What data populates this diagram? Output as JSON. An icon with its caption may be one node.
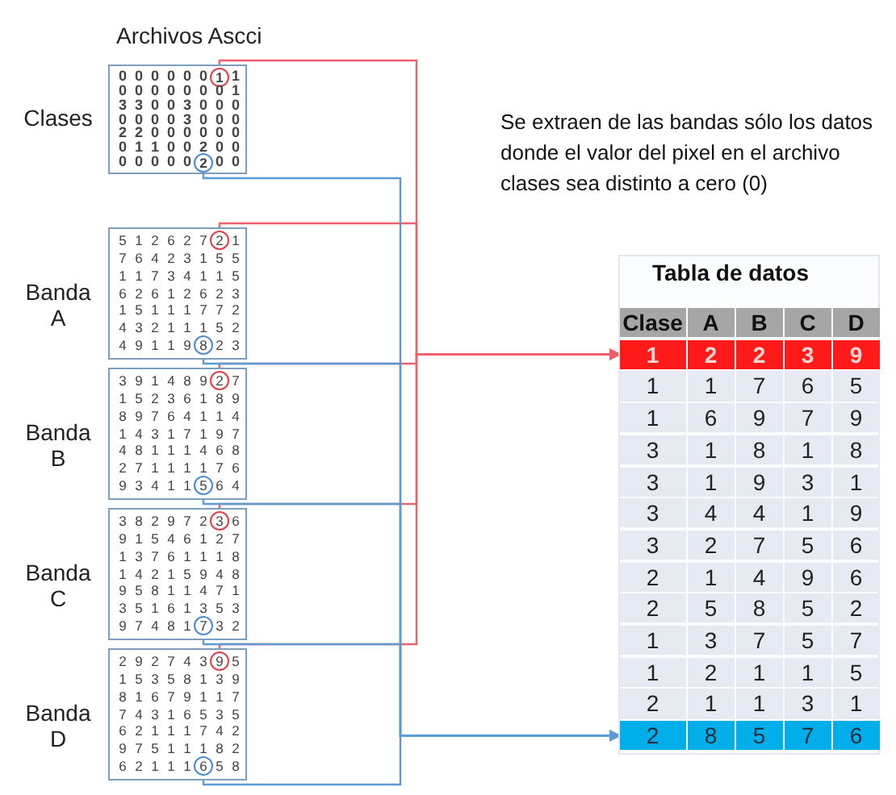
{
  "diagram": {
    "nodes": [
      {
        "text": [],
        "shape": "box",
        "beside": [
          "Clases"
        ]
      },
      {
        "text": [
          "1"
        ],
        "in": 0
      },
      {
        "text": [
          "2"
        ],
        "in": 0
      },
      {
        "text": [],
        "shape": "box",
        "beside": [
          "Banda A"
        ]
      },
      {
        "text": [
          "2"
        ],
        "in": 3
      },
      {
        "text": [
          "8"
        ],
        "in": 3
      },
      {
        "text": [],
        "shape": "box",
        "beside": [
          "Banda B"
        ]
      },
      {
        "text": [
          "2"
        ],
        "in": 6
      },
      {
        "text": [
          "5"
        ],
        "in": 6
      },
      {
        "text": [],
        "shape": "box",
        "beside": [
          "Banda C"
        ]
      },
      {
        "text": [
          "3"
        ],
        "in": 9
      },
      {
        "text": [
          "7"
        ],
        "in": 9
      },
      {
        "text": [],
        "shape": "box",
        "beside": [
          "Banda D"
        ]
      },
      {
        "text": [
          "9"
        ],
        "in": 12
      },
      {
        "text": [
          "6"
        ],
        "in": 12
      },
      {
        "text": [
          "Tabla de datos"
        ]
      },
      {
        "text": [
          "1",
          "2",
          "2",
          "3",
          "9"
        ],
        "in": 15
      },
      {
        "text": [
          "2",
          "8",
          "5",
          "7",
          "6"
        ],
        "in": 15
      }
    ],
    "edges": [
      {
        "from": 1,
        "to": 16,
        "arrow": "to",
        "color": "#f0606a"
      },
      {
        "from": 4,
        "to": 16,
        "arrow": "to",
        "color": "#f0606a"
      },
      {
        "from": 7,
        "to": 16,
        "arrow": "to",
        "color": "#f0606a"
      },
      {
        "from": 10,
        "to": 16,
        "arrow": "to",
        "color": "#f0606a"
      },
      {
        "from": 13,
        "to": 16,
        "arrow": "to",
        "color": "#f0606a"
      },
      {
        "from": 2,
        "to": 17,
        "arrow": "to",
        "color": "#5b9bd5"
      },
      {
        "from": 5,
        "to": 17,
        "arrow": "to",
        "color": "#5b9bd5"
      },
      {
        "from": 8,
        "to": 17,
        "arrow": "to",
        "color": "#5b9bd5"
      },
      {
        "from": 11,
        "to": 17,
        "arrow": "to",
        "color": "#5b9bd5"
      },
      {
        "from": 14,
        "to": 17,
        "arrow": "to",
        "color": "#5b9bd5"
      }
    ],
    "labels": [
      "Archivos Ascci",
      "Se extraen de las bandas sólo los datos donde el valor del pixel en el archivo clases sea distinto a cero (0)",
      "0",
      "0",
      "0",
      "0",
      "0",
      "0",
      "1",
      "0",
      "0",
      "0",
      "0",
      "0",
      "0",
      "0",
      "1",
      "3",
      "3",
      "0",
      "0",
      "3",
      "0",
      "0",
      "0",
      "0",
      "0",
      "0",
      "0",
      "3",
      "0",
      "0",
      "0",
      "2",
      "2",
      "0",
      "0",
      "0",
      "0",
      "0",
      "0",
      "0",
      "1",
      "1",
      "0",
      "0",
      "2",
      "0",
      "0",
      "0",
      "0",
      "0",
      "0",
      "0",
      "0",
      "0",
      "5",
      "1",
      "2",
      "6",
      "2",
      "7",
      "1",
      "7",
      "6",
      "4",
      "2",
      "3",
      "1",
      "5",
      "5",
      "1",
      "1",
      "7",
      "3",
      "4",
      "1",
      "1",
      "5",
      "6",
      "2",
      "6",
      "1",
      "2",
      "6",
      "2",
      "3",
      "1",
      "5",
      "1",
      "1",
      "1",
      "7",
      "7",
      "2",
      "4",
      "3",
      "2",
      "1",
      "1",
      "1",
      "5",
      "2",
      "4",
      "9",
      "1",
      "1",
      "9",
      "2",
      "3",
      "3",
      "9",
      "1",
      "4",
      "8",
      "9",
      "7",
      "1",
      "5",
      "2",
      "3",
      "6",
      "1",
      "8",
      "9",
      "8",
      "9",
      "7",
      "6",
      "4",
      "1",
      "1",
      "4",
      "1",
      "4",
      "3",
      "1",
      "7",
      "1",
      "9",
      "7",
      "4",
      "8",
      "1",
      "1",
      "1",
      "4",
      "6",
      "8",
      "2",
      "7",
      "1",
      "1",
      "1",
      "1",
      "7",
      "6",
      "9",
      "3",
      "4",
      "1",
      "1",
      "6",
      "4",
      "3",
      "8",
      "2",
      "9",
      "7",
      "2",
      "6",
      "9",
      "1",
      "5",
      "4",
      "6",
      "1",
      "2",
      "7",
      "1",
      "3",
      "7",
      "6",
      "1",
      "1",
      "1",
      "8",
      "1",
      "4",
      "2",
      "1",
      "5",
      "9",
      "4",
      "8",
      "9",
      "5",
      "8",
      "1",
      "1",
      "4",
      "7",
      "1",
      "3",
      "5",
      "1",
      "6",
      "1",
      "3",
      "5",
      "3",
      "9",
      "7",
      "4",
      "8",
      "1",
      "3",
      "2",
      "2",
      "9",
      "2",
      "7",
      "4",
      "3",
      "5",
      "1",
      "5",
      "3",
      "5",
      "8",
      "1",
      "3",
      "9",
      "8",
      "1",
      "6",
      "7",
      "9",
      "1",
      "1",
      "7",
      "7",
      "4",
      "3",
      "1",
      "6",
      "5",
      "3",
      "5",
      "6",
      "2",
      "1",
      "1",
      "1",
      "7",
      "4",
      "2",
      "9",
      "7",
      "5",
      "1",
      "1",
      "1",
      "8",
      "2",
      "6",
      "2",
      "1",
      "1",
      "1",
      "5",
      "8",
      "Clase",
      "A",
      "B",
      "C",
      "D",
      "1",
      "1",
      "7",
      "6",
      "5",
      "1",
      "6",
      "9",
      "7",
      "9",
      "3",
      "1",
      "8",
      "1",
      "8",
      "3",
      "1",
      "9",
      "3",
      "1",
      "3",
      "4",
      "4",
      "1",
      "9",
      "3",
      "2",
      "7",
      "5",
      "6",
      "2",
      "1",
      "4",
      "9",
      "6",
      "2",
      "5",
      "8",
      "5",
      "2",
      "1",
      "3",
      "7",
      "5",
      "7",
      "1",
      "2",
      "1",
      "1",
      "5",
      "2",
      "1",
      "1",
      "3",
      "1"
    ]
  }
}
